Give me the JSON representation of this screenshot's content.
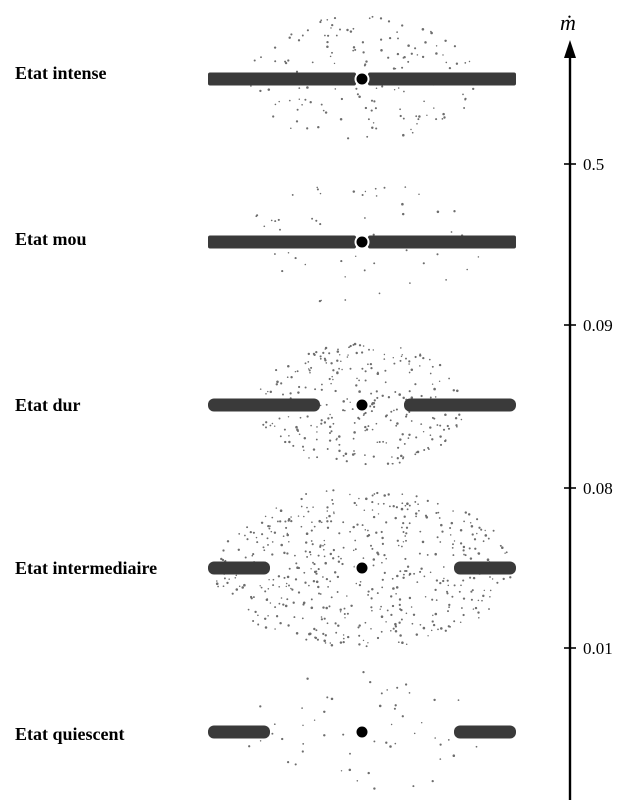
{
  "states": [
    {
      "id": "intense",
      "label": "Etat intense",
      "disk": "full",
      "halo": "medium"
    },
    {
      "id": "mou",
      "label": "Etat mou",
      "disk": "full",
      "halo": "sparse"
    },
    {
      "id": "dur",
      "label": "Etat dur",
      "disk": "truncated",
      "halo": "dense"
    },
    {
      "id": "intermediaire",
      "label": "Etat intermediaire",
      "disk": "truncated-far",
      "halo": "very-dense"
    },
    {
      "id": "quiescent",
      "label": "Etat quiescent",
      "disk": "truncated-far",
      "halo": "sparse"
    }
  ],
  "axis": {
    "title": "ṁ",
    "ticks": [
      "0.5",
      "0.09",
      "0.08",
      "0.01"
    ]
  },
  "colors": {
    "disk": "#3a3a3a",
    "compact_object": "#000000",
    "halo_dot": "#6d6d6d",
    "axis": "#000000"
  }
}
